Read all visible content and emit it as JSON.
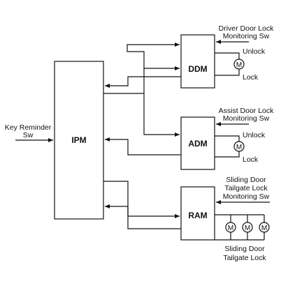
{
  "diagram": {
    "blocks": {
      "ipm": "IPM",
      "ddm": "DDM",
      "adm": "ADM",
      "ram": "RAM"
    },
    "inputs": {
      "key_reminder_line1": "Key Reminder",
      "key_reminder_line2": "Sw",
      "driver_sw_line1": "Driver Door Lock",
      "driver_sw_line2": "Monitoring Sw",
      "assist_sw_line1": "Assist Door Lock",
      "assist_sw_line2": "Monitoring Sw",
      "sliding_sw_line1": "Sliding Door",
      "sliding_sw_line2": "Tailgate Lock",
      "sliding_sw_line3": "Monitoring Sw"
    },
    "outputs": {
      "ddm_unlock": "Unlock",
      "ddm_lock": "Lock",
      "adm_unlock": "Unlock",
      "adm_lock": "Lock",
      "ram_lock_line1": "Sliding Door",
      "ram_lock_line2": "Tailgate Lock"
    },
    "motor_symbol": "M"
  },
  "colors": {
    "line": "#111111",
    "background": "#ffffff"
  }
}
